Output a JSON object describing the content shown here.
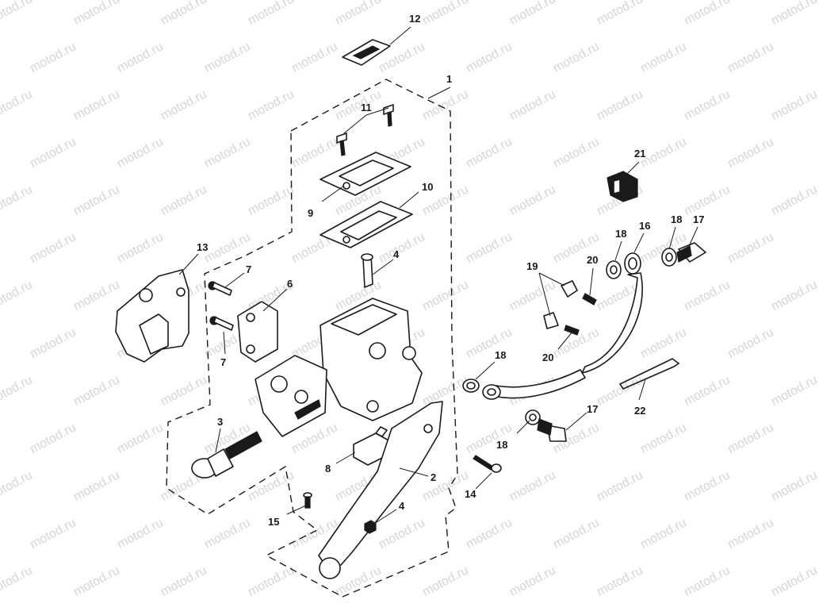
{
  "watermark": {
    "text": "motod.ru"
  },
  "callouts": [
    "1",
    "2",
    "3",
    "4",
    "4",
    "6",
    "7",
    "7",
    "8",
    "9",
    "10",
    "11",
    "12",
    "13",
    "14",
    "15",
    "16",
    "17",
    "17",
    "18",
    "18",
    "18",
    "18",
    "19",
    "20",
    "20",
    "21",
    "22"
  ],
  "parts": [
    {
      "id": "part-1",
      "label": "1"
    },
    {
      "id": "part-2",
      "label": "2"
    },
    {
      "id": "part-3",
      "label": "3"
    },
    {
      "id": "part-4",
      "label": "4"
    },
    {
      "id": "part-6",
      "label": "6"
    },
    {
      "id": "part-7",
      "label": "7"
    },
    {
      "id": "part-8",
      "label": "8"
    },
    {
      "id": "part-9",
      "label": "9"
    },
    {
      "id": "part-10",
      "label": "10"
    },
    {
      "id": "part-11",
      "label": "11"
    },
    {
      "id": "part-12",
      "label": "12"
    },
    {
      "id": "part-13",
      "label": "13"
    },
    {
      "id": "part-14",
      "label": "14"
    },
    {
      "id": "part-15",
      "label": "15"
    },
    {
      "id": "part-16",
      "label": "16"
    },
    {
      "id": "part-17",
      "label": "17"
    },
    {
      "id": "part-18",
      "label": "18"
    },
    {
      "id": "part-19",
      "label": "19"
    },
    {
      "id": "part-20",
      "label": "20"
    },
    {
      "id": "part-21",
      "label": "21"
    },
    {
      "id": "part-22",
      "label": "22"
    }
  ]
}
